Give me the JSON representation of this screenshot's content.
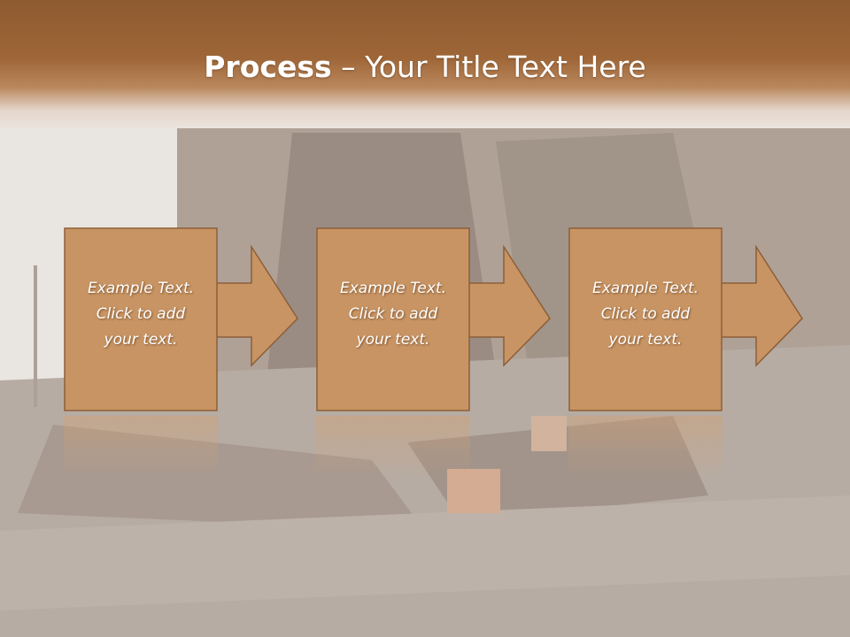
{
  "slide": {
    "title_bold": "Process",
    "title_rest": " – Your Title Text Here"
  },
  "steps": [
    {
      "line1": "Example Text.",
      "line2": "Click  to add",
      "line3": "your text."
    },
    {
      "line1": "Example Text.",
      "line2": "Click  to add",
      "line3": "your text."
    },
    {
      "line1": "Example Text.",
      "line2": "Click  to add",
      "line3": "your text."
    }
  ],
  "colors": {
    "header": "#9e6637",
    "box_fill": "#c89463",
    "box_stroke": "#8d5e39",
    "text": "#ffffff"
  }
}
